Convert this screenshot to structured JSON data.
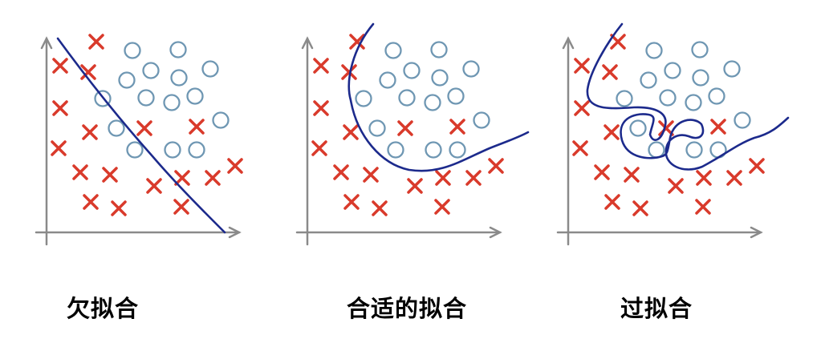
{
  "title": "Underfitting vs appropriate fitting vs overfitting",
  "colors": {
    "cross": "#d93a2b",
    "circle": "#6f97b3",
    "boundary": "#1c2a8c",
    "axis": "#8a8a8a"
  },
  "panels": [
    {
      "id": "underfit",
      "label": "欠拟合",
      "offset_x": 0
    },
    {
      "id": "good-fit",
      "label": "合适的拟合",
      "offset_x": 325
    },
    {
      "id": "overfit",
      "label": "过拟合",
      "offset_x": 650
    }
  ],
  "chart_data": {
    "type": "scatter",
    "title": "",
    "xlabel": "",
    "ylabel": "",
    "panels": [
      "欠拟合",
      "合适的拟合",
      "过拟合"
    ],
    "series": [
      {
        "name": "class-x (red crosses)",
        "marker": "x",
        "points": [
          [
            120,
            52
          ],
          [
            75,
            82
          ],
          [
            110,
            90
          ],
          [
            75,
            135
          ],
          [
            112,
            165
          ],
          [
            180,
            160
          ],
          [
            245,
            158
          ],
          [
            73,
            185
          ],
          [
            100,
            215
          ],
          [
            137,
            218
          ],
          [
            192,
            232
          ],
          [
            227,
            222
          ],
          [
            265,
            222
          ],
          [
            293,
            207
          ],
          [
            113,
            252
          ],
          [
            148,
            260
          ],
          [
            226,
            258
          ]
        ]
      },
      {
        "name": "class-o (blue circles)",
        "marker": "o",
        "points": [
          [
            165,
            63
          ],
          [
            222,
            62
          ],
          [
            188,
            88
          ],
          [
            262,
            86
          ],
          [
            158,
            100
          ],
          [
            223,
            97
          ],
          [
            182,
            122
          ],
          [
            243,
            120
          ],
          [
            128,
            123
          ],
          [
            214,
            128
          ],
          [
            275,
            150
          ],
          [
            145,
            160
          ],
          [
            168,
            187
          ],
          [
            215,
            187
          ],
          [
            245,
            187
          ]
        ]
      }
    ],
    "boundaries": [
      "straight line (underfit)",
      "smooth curve (good fit)",
      "highly convoluted curve (overfit)"
    ],
    "grid": false
  }
}
